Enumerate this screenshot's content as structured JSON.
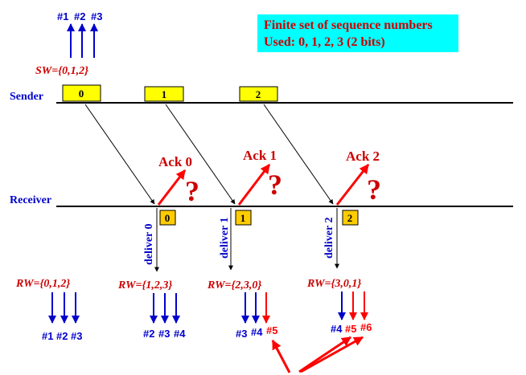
{
  "info": {
    "line1": "Finite set of sequence numbers",
    "line2": "Used: 0, 1, 2, 3 (2 bits)"
  },
  "sender_label": "Sender",
  "receiver_label": "Receiver",
  "sender_window": "SW={0,1,2}",
  "sender_window_ids": [
    "#1",
    "#2",
    "#3"
  ],
  "sender_packets": [
    "0",
    "1",
    "2"
  ],
  "acks": [
    "Ack 0",
    "Ack 1",
    "Ack 2"
  ],
  "question_mark": "?",
  "delivers": [
    "deliver 0",
    "deliver 1",
    "deliver 2"
  ],
  "receiver_boxes": [
    "0",
    "1",
    "2"
  ],
  "receiver_windows": [
    "RW={0,1,2}",
    "RW={1,2,3}",
    "RW={2,3,0}",
    "RW={3,0,1}"
  ],
  "receiver_window_ids": [
    [
      "#1",
      "#2",
      "#3"
    ],
    [
      "#2",
      "#3",
      "#4"
    ],
    [
      "#3",
      "#4",
      "#5"
    ],
    [
      "#4",
      "#5",
      "#6"
    ]
  ],
  "colors": {
    "blue": "#0000cc",
    "red": "#ff0000",
    "dark_red": "#cc0000",
    "box_fill": "#ffff00",
    "box_fill_alt": "#ffcc00",
    "info_bg": "#00ffff"
  }
}
